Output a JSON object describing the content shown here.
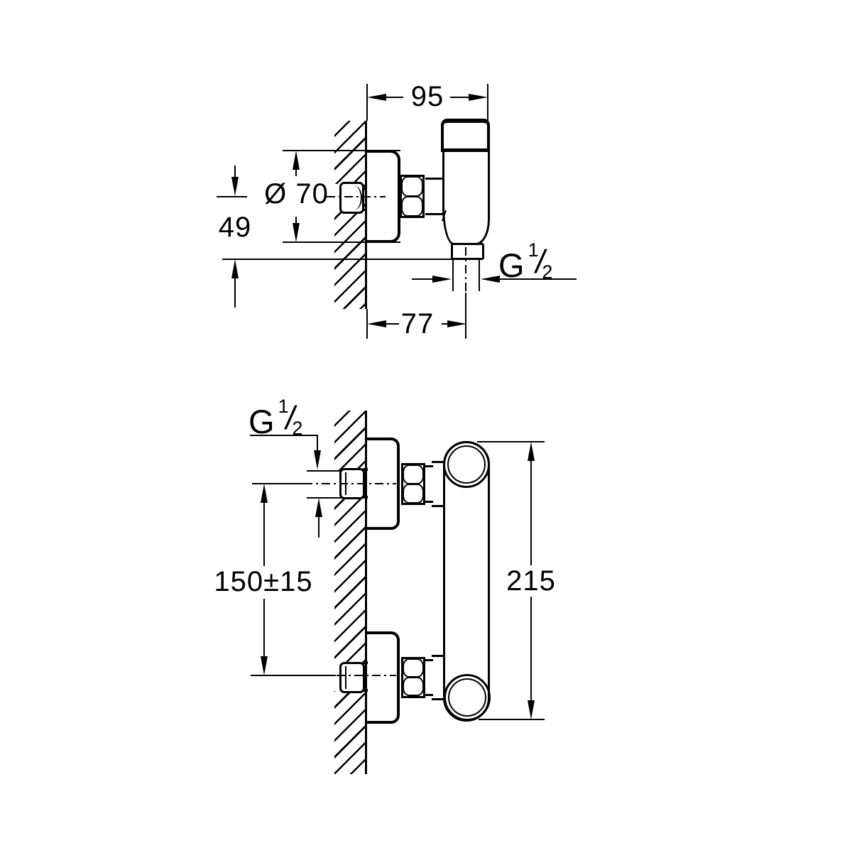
{
  "colors": {
    "line": "#000000",
    "background": "#ffffff"
  },
  "side_view": {
    "dim_width_top": "95",
    "dim_rosette_diameter": "Ø 70",
    "dim_outlet_drop": "49",
    "dim_outlet_offset": "77",
    "thread": {
      "letter": "G",
      "numerator": "1",
      "slash": "/",
      "denominator": "2"
    }
  },
  "front_view": {
    "dim_inlet_spacing": "150±15",
    "dim_body_height": "215",
    "thread": {
      "letter": "G",
      "numerator": "1",
      "slash": "/",
      "denominator": "2"
    }
  }
}
